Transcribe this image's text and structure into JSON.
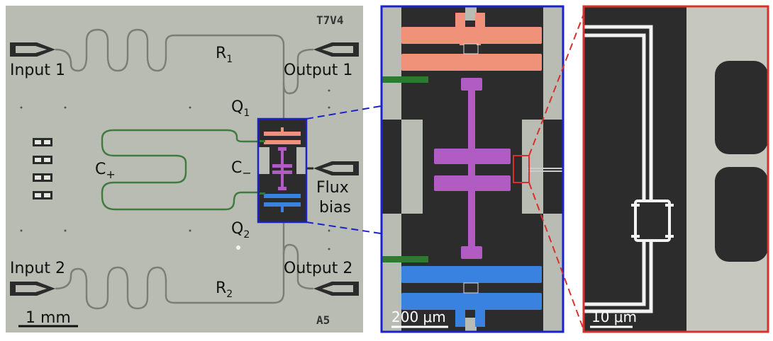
{
  "colors": {
    "chip_bg": "#b9bcb2",
    "ground_dark": "#2c2c2c",
    "qubit1": "#f0917a",
    "qubit2": "#3a82e0",
    "coupler": "#b05cc2",
    "feed_green": "#2e7a2e",
    "inset1_border": "#1a22c8",
    "inset2_border": "#d8302a"
  },
  "left_panel": {
    "input1": "Input 1",
    "output1": "Output 1",
    "input2": "Input 2",
    "output2": "Output 2",
    "r1": "R",
    "r1_sub": "1",
    "r2": "R",
    "r2_sub": "2",
    "q1": "Q",
    "q1_sub": "1",
    "q2": "Q",
    "q2_sub": "2",
    "cplus": "C",
    "cplus_sub": "+",
    "cminus": "C",
    "cminus_sub": "−",
    "flux": "Flux",
    "bias": "bias",
    "chip_mark_top": "T7V4",
    "chip_mark_bottom": "A5",
    "scale": "1 mm"
  },
  "middle_panel": {
    "scale": "200 μm"
  },
  "right_panel": {
    "scale": "10 μm"
  }
}
